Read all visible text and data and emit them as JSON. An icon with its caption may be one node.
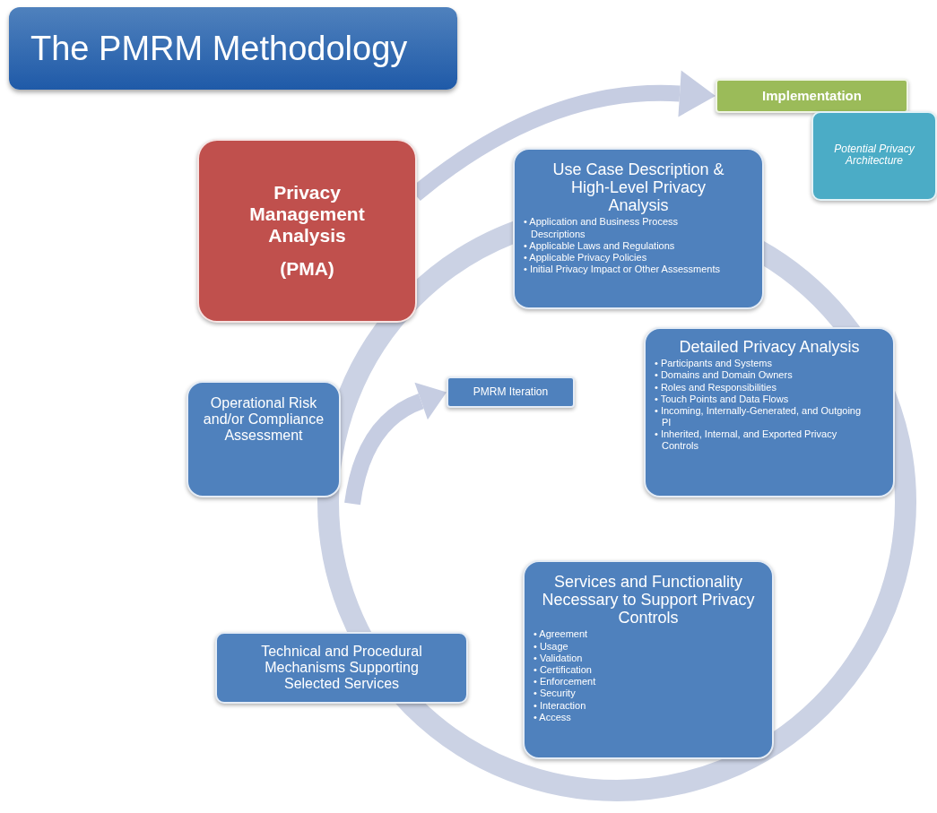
{
  "diagram": {
    "title": "The PMRM Methodology",
    "nodes": [
      {
        "text": [
          "Privacy Management Analysis",
          "(PMA)"
        ]
      },
      {
        "text": [
          "Implementation"
        ]
      },
      {
        "text": [
          "Potential Privacy Architecture"
        ]
      },
      {
        "text": [
          "Use Case Description & High-Level Privacy Analysis",
          "• Application and Business Process Descriptions",
          "• Applicable Laws and Regulations",
          "• Applicable Privacy Policies",
          "• Initial Privacy Impact or Other Assessments"
        ]
      },
      {
        "text": [
          "Detailed Privacy Analysis",
          "• Participants and Systems",
          "• Domains and Domain Owners",
          "• Roles and Responsibilities",
          "• Touch Points and Data Flows",
          "• Incoming, Internally-Generated, and Outgoing PI",
          "• Inherited, Internal, and Exported Privacy Controls"
        ]
      },
      {
        "text": [
          "Operational Risk and/or Compliance Assessment"
        ]
      },
      {
        "text": [
          "PMRM Iteration"
        ]
      },
      {
        "text": [
          "Services and Functionality Necessary to Support Privacy Controls",
          "• Agreement",
          "• Usage",
          "• Validation",
          "• Certification",
          "• Enforcement",
          "• Security",
          "• Interaction",
          "• Access"
        ]
      },
      {
        "text": [
          "Technical and Procedural Mechanisms Supporting Selected Services"
        ]
      }
    ],
    "edges": [
      {
        "from": 0,
        "to": 1,
        "arrow": "to"
      },
      {
        "from": null,
        "to": 6,
        "arrow": "to"
      }
    ]
  }
}
